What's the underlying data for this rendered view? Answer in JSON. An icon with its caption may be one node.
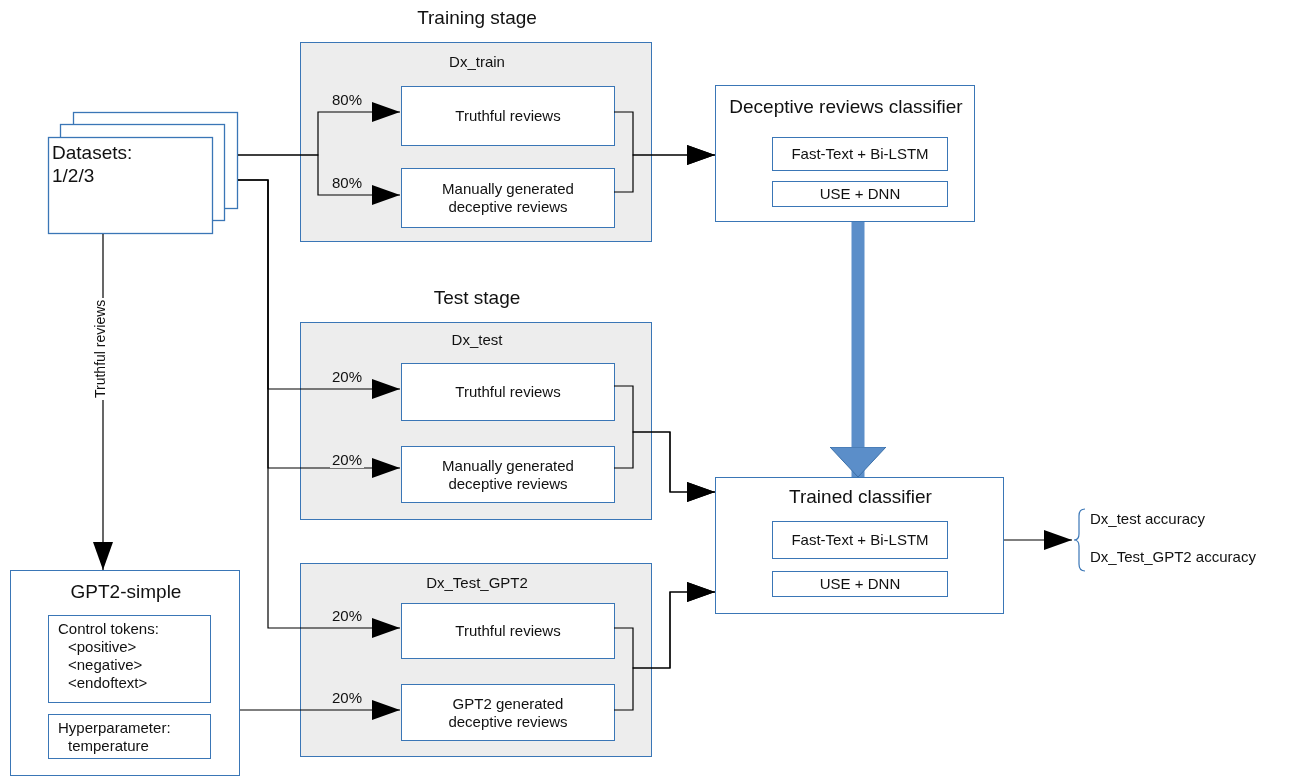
{
  "diagram": {
    "nodes": [
      {
        "text": [
          "Datasets: 1/2/3"
        ]
      },
      {
        "text": [
          "Training stage",
          "Dx_train"
        ]
      },
      {
        "text": [
          "Truthful reviews"
        ],
        "in": 1
      },
      {
        "text": [
          "Manually generated deceptive reviews"
        ],
        "in": 1
      },
      {
        "text": [
          "Deceptive reviews classifier"
        ]
      },
      {
        "text": [
          "Fast-Text + Bi-LSTM"
        ],
        "in": 4
      },
      {
        "text": [
          "USE + DNN"
        ],
        "in": 4
      },
      {
        "text": [
          "Test stage",
          "Dx_test"
        ]
      },
      {
        "text": [
          "Truthful reviews"
        ],
        "in": 7
      },
      {
        "text": [
          "Manually generated deceptive reviews"
        ],
        "in": 7
      },
      {
        "text": [
          "Dx_Test_GPT2"
        ]
      },
      {
        "text": [
          "Truthful reviews"
        ],
        "in": 10
      },
      {
        "text": [
          "GPT2 generated deceptive reviews"
        ],
        "in": 10
      },
      {
        "text": [
          "Trained classifier"
        ]
      },
      {
        "text": [
          "Fast-Text + Bi-LSTM"
        ],
        "in": 13
      },
      {
        "text": [
          "USE + DNN"
        ],
        "in": 13
      },
      {
        "text": [
          "GPT2-simple"
        ]
      },
      {
        "text": [
          "Control tokens:",
          "<positive> <negative> <endoftext>"
        ],
        "in": 16
      },
      {
        "text": [
          "Hyperparameter:",
          "temperature"
        ],
        "in": 16
      },
      {
        "text": [
          "Dx_test accuracy",
          "Dx_Test_GPT2 accuracy"
        ]
      }
    ],
    "edges": [
      {
        "from": 0,
        "to": 2,
        "arrow": "to",
        "label": "80%"
      },
      {
        "from": 0,
        "to": 3,
        "arrow": "to",
        "label": "80%"
      },
      {
        "from": 0,
        "to": 8,
        "arrow": "to",
        "label": "20%"
      },
      {
        "from": 0,
        "to": 9,
        "arrow": "to",
        "label": "20%"
      },
      {
        "from": 0,
        "to": 11,
        "arrow": "to",
        "label": "20%"
      },
      {
        "from": 0,
        "to": 16,
        "arrow": "to",
        "label": "Truthful reviews"
      },
      {
        "from": 16,
        "to": 12,
        "arrow": "to",
        "label": "20%"
      },
      {
        "from": 2,
        "to": 4,
        "arrow": "to"
      },
      {
        "from": 3,
        "to": 4,
        "arrow": "to"
      },
      {
        "from": 8,
        "to": 13,
        "arrow": "to"
      },
      {
        "from": 9,
        "to": 13,
        "arrow": "to"
      },
      {
        "from": 11,
        "to": 13,
        "arrow": "to"
      },
      {
        "from": 12,
        "to": 13,
        "arrow": "to"
      },
      {
        "from": 4,
        "to": 13,
        "arrow": "to",
        "style": "thick",
        "color": "#5b8ec9"
      },
      {
        "from": 13,
        "to": 19,
        "arrow": "to"
      }
    ]
  }
}
